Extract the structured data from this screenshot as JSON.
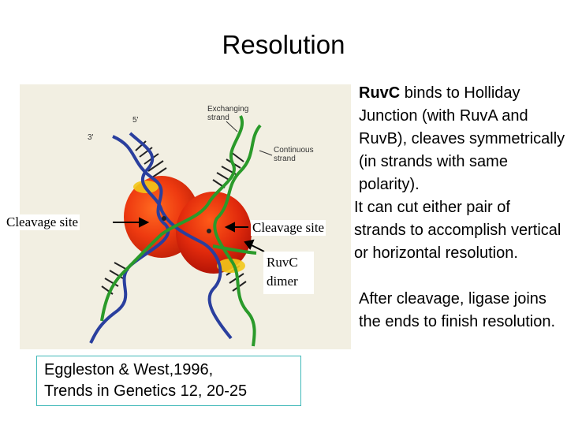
{
  "title": "Resolution",
  "figure": {
    "label_exchanging": [
      "Exchanging",
      "strand"
    ],
    "label_continuous": [
      "Continuous",
      "strand"
    ],
    "label_3prime": "3'",
    "label_5prime": "5'"
  },
  "labels": {
    "cleavage_left": "Cleavage site",
    "cleavage_right": "Cleavage site",
    "ruvc_line1": "RuvC",
    "ruvc_line2": "dimer"
  },
  "text": {
    "para1_bold": "RuvC",
    "para1_rest": " binds to  Holliday Junction (with  RuvA and RuvB), cleaves symmetrically (in strands with same polarity).",
    "para2": "It can cut either pair of strands to accomplish vertical or horizontal resolution.",
    "para3": "After cleavage,  ligase joins the ends to finish resolution."
  },
  "reference": {
    "line1": "Eggleston & West,1996,",
    "line2": "Trends in Genetics 12, 20-25"
  }
}
